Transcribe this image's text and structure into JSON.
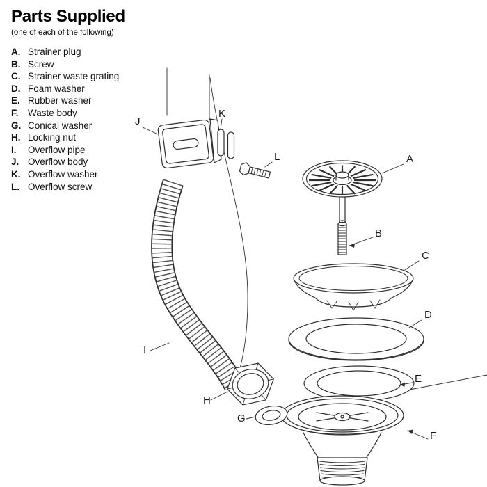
{
  "header": {
    "title": "Parts Supplied",
    "subtitle": "(one of each of the following)"
  },
  "parts": [
    {
      "key": "A.",
      "label": "Strainer plug"
    },
    {
      "key": "B.",
      "label": "Screw"
    },
    {
      "key": "C.",
      "label": "Strainer waste grating"
    },
    {
      "key": "D.",
      "label": "Foam washer"
    },
    {
      "key": "E.",
      "label": "Rubber washer"
    },
    {
      "key": "F.",
      "label": "Waste body"
    },
    {
      "key": "G.",
      "label": "Conical washer"
    },
    {
      "key": "H.",
      "label": "Locking nut"
    },
    {
      "key": "I.",
      "label": "Overflow pipe"
    },
    {
      "key": "J.",
      "label": "Overflow body"
    },
    {
      "key": "K.",
      "label": "Overflow washer"
    },
    {
      "key": "L.",
      "label": "Overflow screw"
    }
  ],
  "diagram": {
    "ink_color": "#2e2e2e",
    "callouts": {
      "A": "A",
      "B": "B",
      "C": "C",
      "D": "D",
      "E": "E",
      "F": "F",
      "G": "G",
      "H": "H",
      "I": "I",
      "J": "J",
      "K": "K",
      "L": "L"
    }
  }
}
